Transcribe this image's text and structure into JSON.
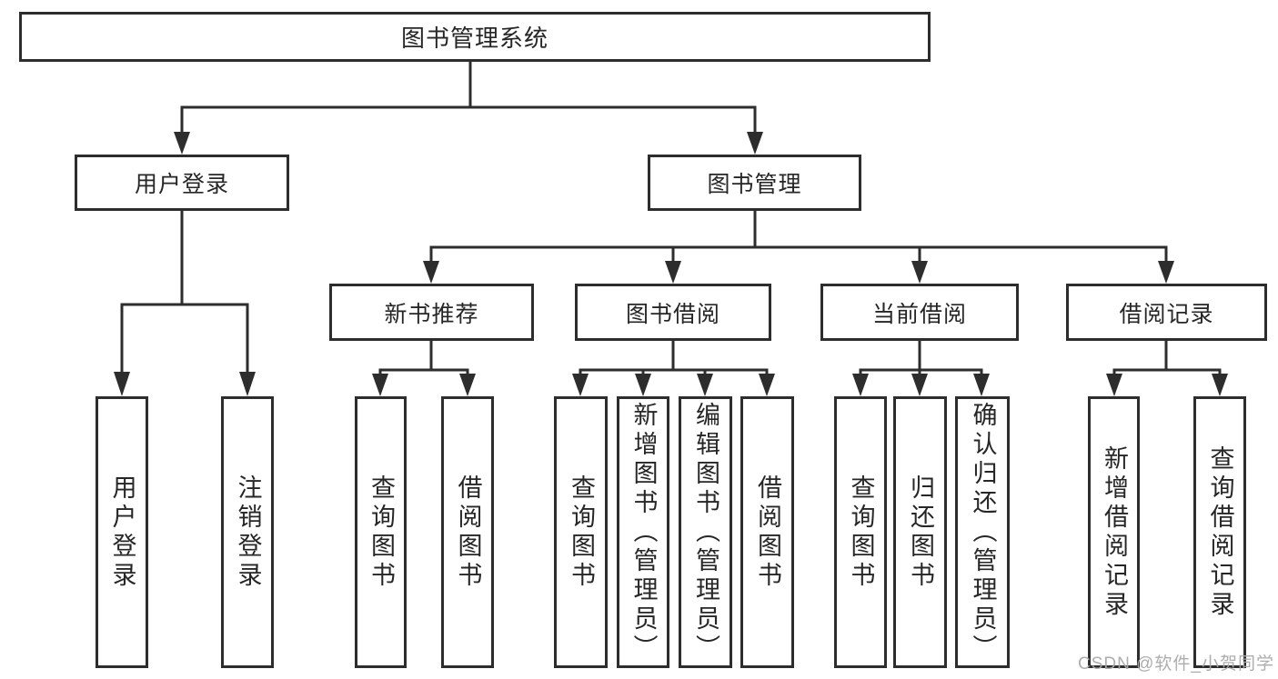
{
  "diagram": {
    "root": {
      "label": "图书管理系统"
    },
    "branches": [
      {
        "label": "用户登录",
        "children": [
          "用户登录",
          "注销登录"
        ]
      },
      {
        "label": "图书管理",
        "children": [
          {
            "label": "新书推荐",
            "children": [
              "查询图书",
              "借阅图书"
            ]
          },
          {
            "label": "图书借阅",
            "children": [
              "查询图书",
              "新增图书（管理员）",
              "编辑图书（管理员）",
              "借阅图书"
            ]
          },
          {
            "label": "当前借阅",
            "children": [
              "查询图书",
              "归还图书",
              "确认归还（管理员）"
            ]
          },
          {
            "label": "借阅记录",
            "children": [
              "新增借阅记录",
              "查询借阅记录"
            ]
          }
        ]
      }
    ]
  },
  "watermark": {
    "text": "CSDN @软件_小贺同学"
  },
  "colors": {
    "line": "#2d2d2d",
    "text": "#262626",
    "background": "#ffffff",
    "watermark": "#a9a9a9"
  }
}
